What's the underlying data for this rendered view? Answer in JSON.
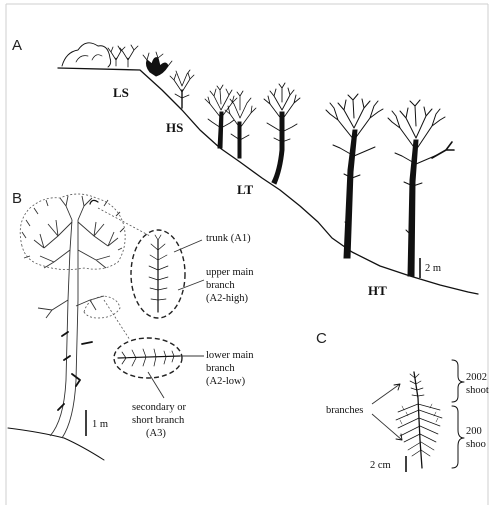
{
  "panels": {
    "a": "A",
    "b": "B",
    "c": "C"
  },
  "zones": {
    "ls": "LS",
    "hs": "HS",
    "lt": "LT",
    "ht": "HT"
  },
  "scales": {
    "a": "2 m",
    "b": "1 m",
    "c": "2 cm"
  },
  "panel_b_labels": {
    "trunk": "trunk (A1)",
    "upper": [
      "upper main",
      "branch",
      "(A2-high)"
    ],
    "lower": [
      "lower main",
      "branch",
      "(A2-low)"
    ],
    "secondary": [
      "secondary or",
      "short branch",
      "(A3)"
    ]
  },
  "panel_c_labels": {
    "branches": "branches",
    "shoot_top": [
      "2002",
      "shoot"
    ],
    "shoot_bottom": [
      "200",
      "shoo"
    ]
  }
}
